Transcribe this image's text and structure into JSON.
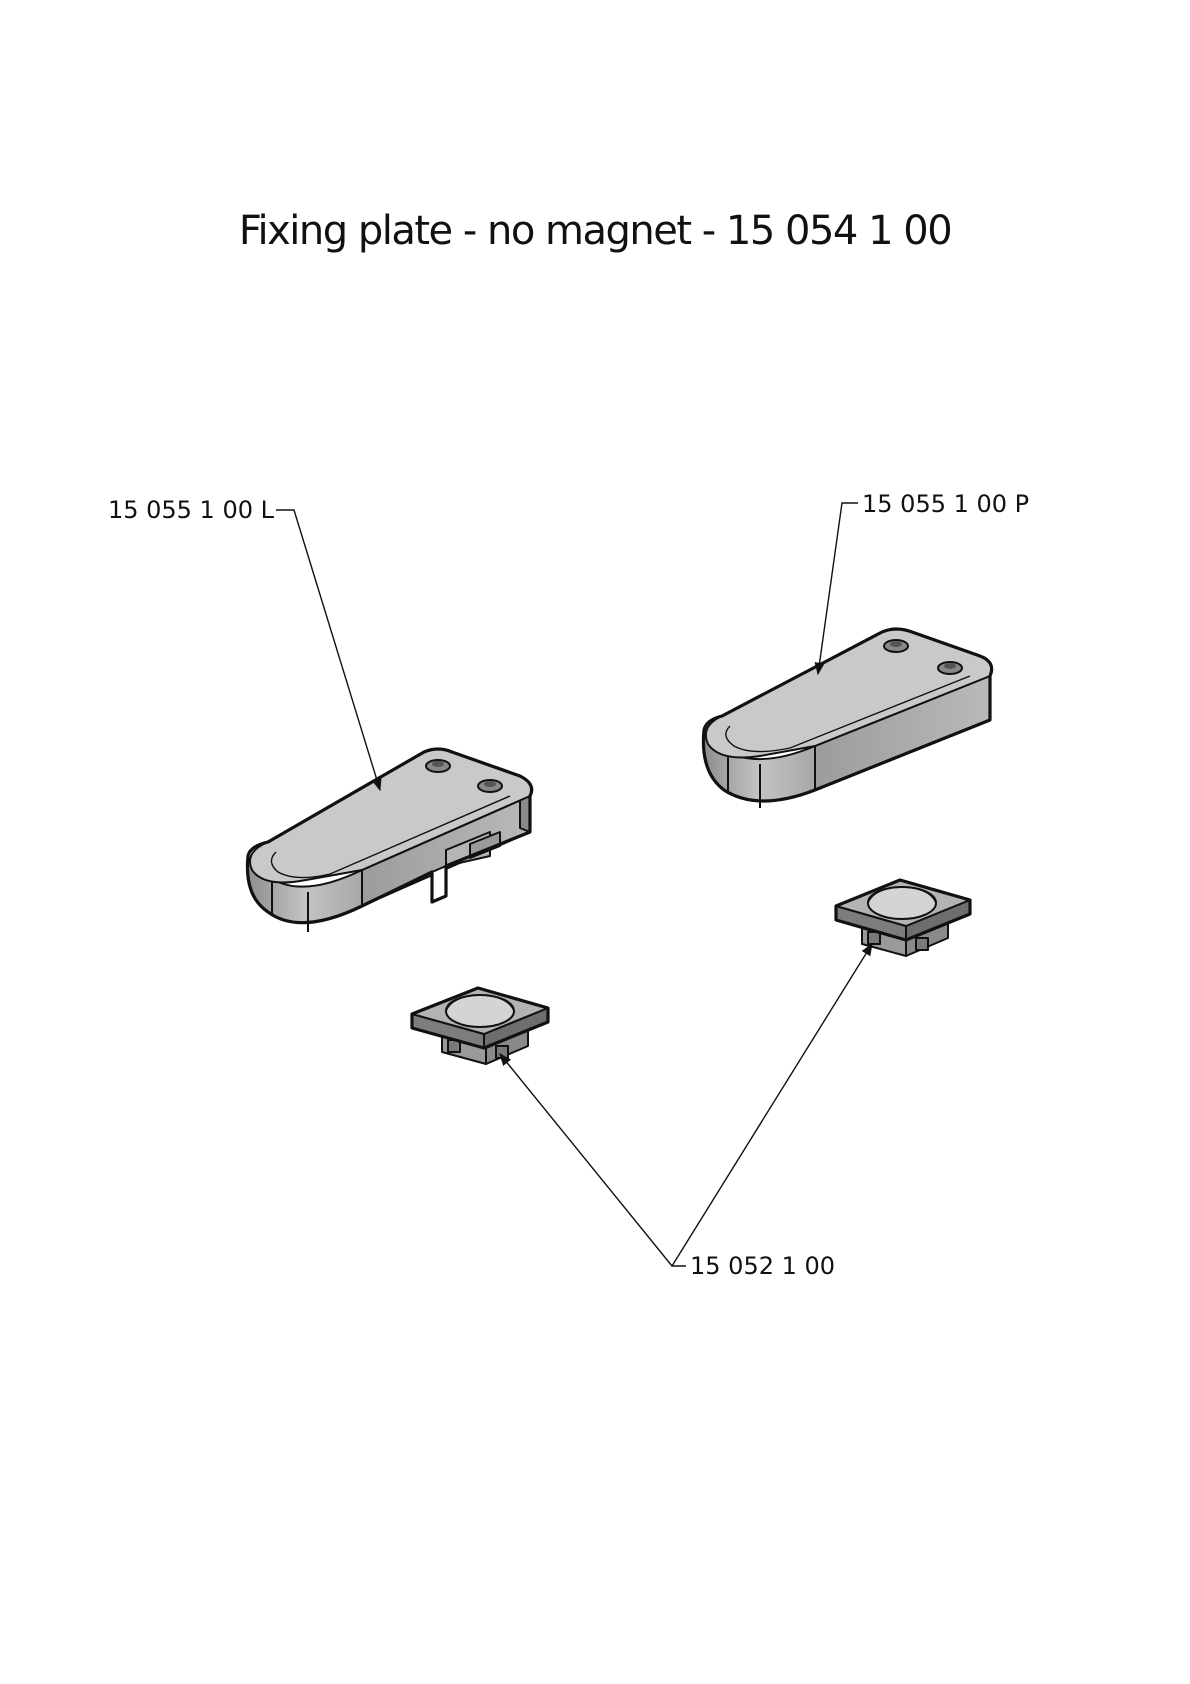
{
  "title": "Fixing plate - no magnet - 15 054 1 00",
  "callouts": {
    "left_plate": "15 055 1 00 L",
    "right_plate": "15 055 1 00 P",
    "insert": "15 052 1 00"
  }
}
